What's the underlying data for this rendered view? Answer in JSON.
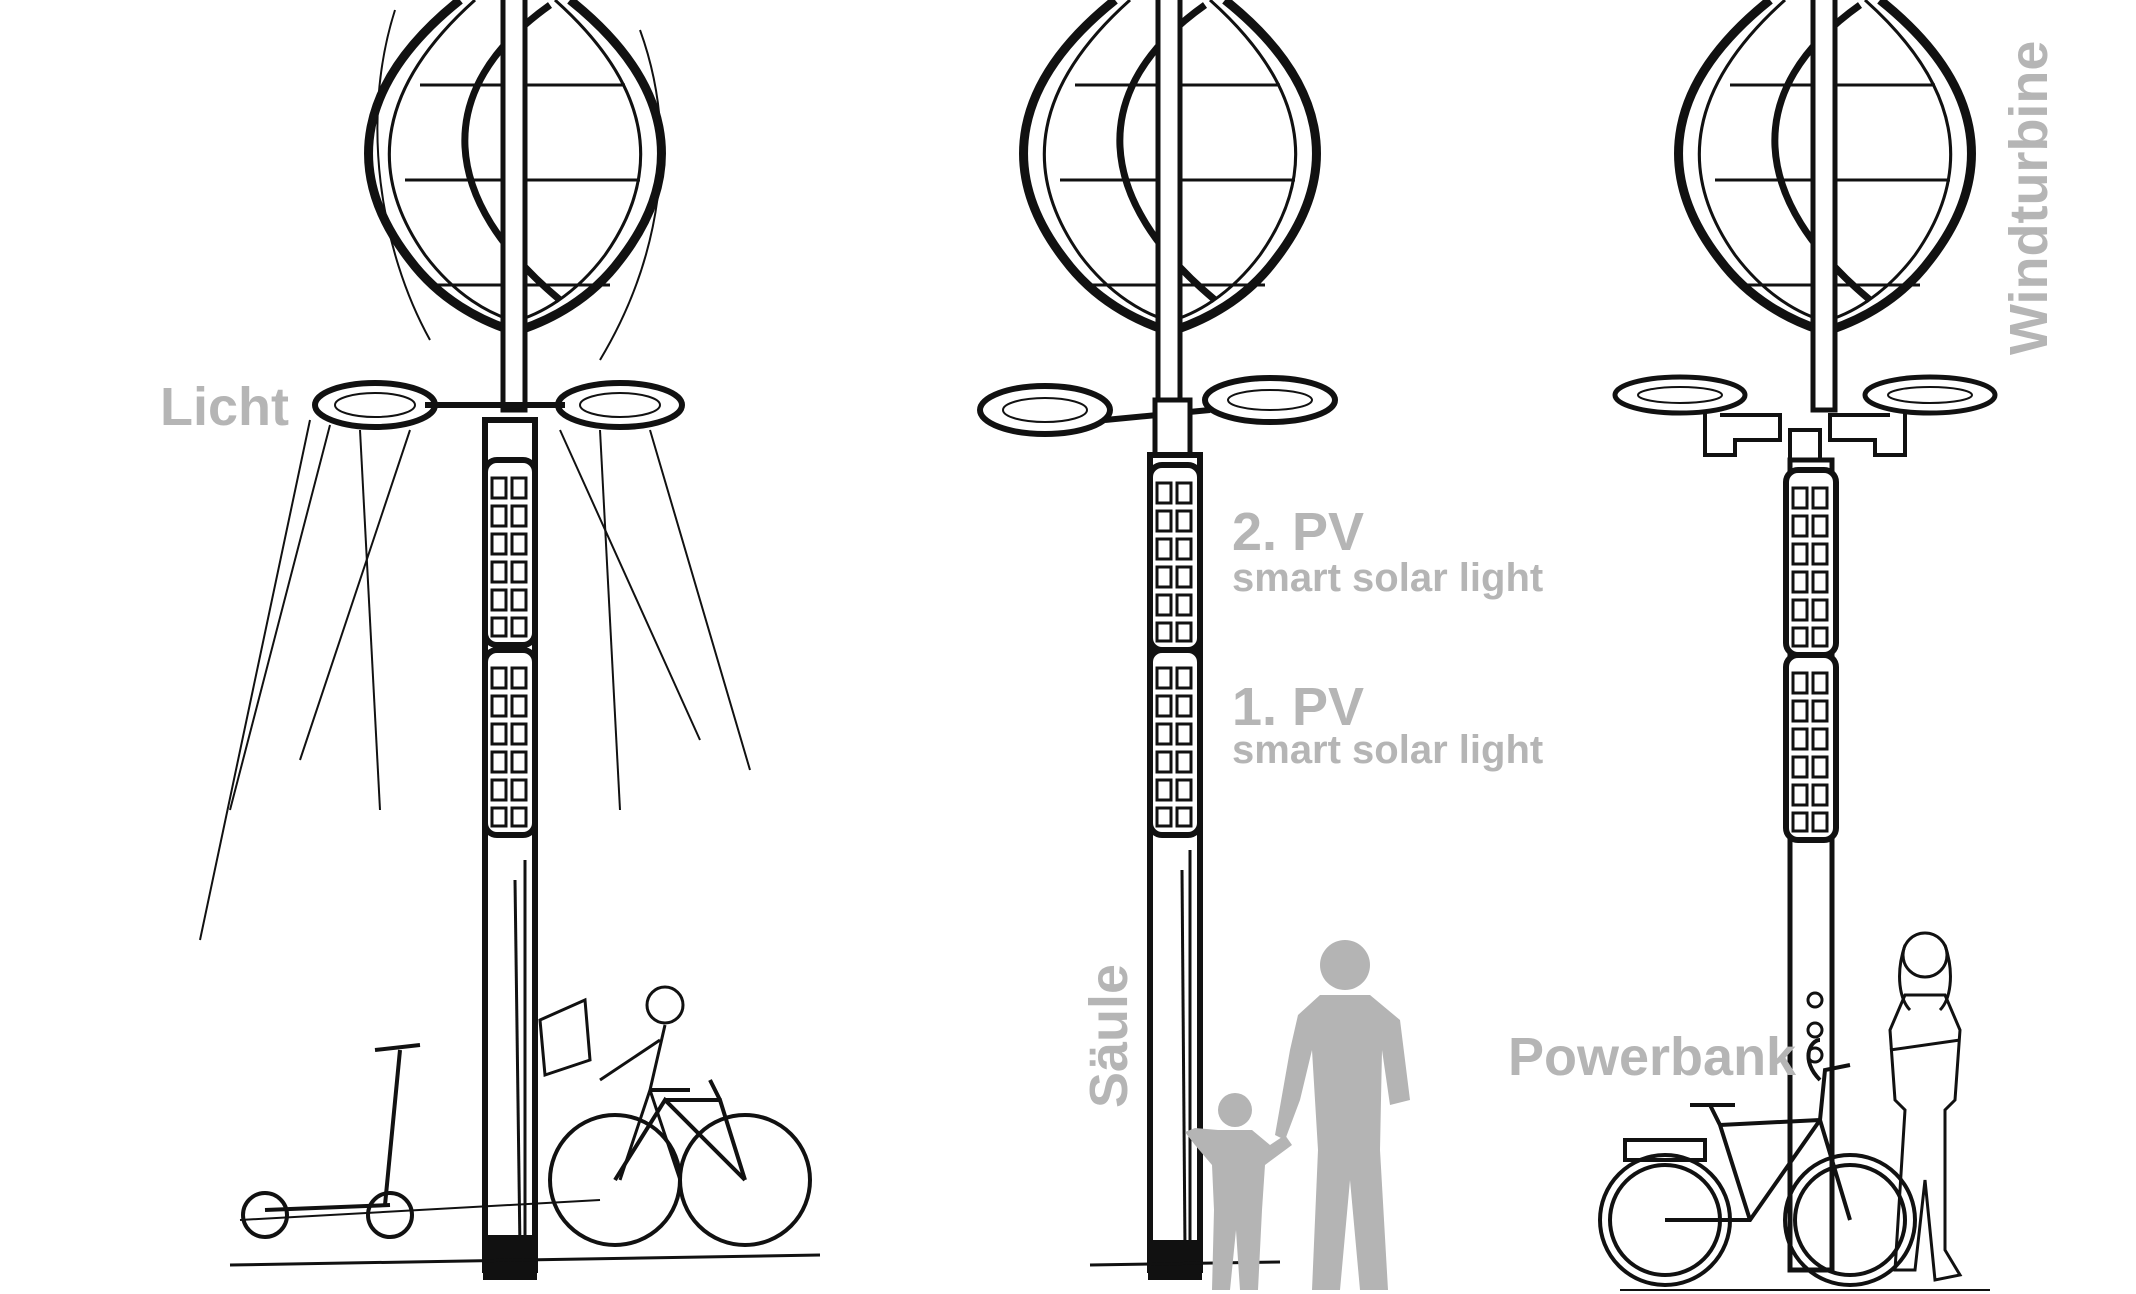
{
  "labels": {
    "licht": "Licht",
    "pv2_title": "2. PV",
    "pv2_sub": "smart solar light",
    "pv1_title": "1. PV",
    "pv1_sub": "smart solar light",
    "saeule": "Säule",
    "powerbank": "Powerbank",
    "windturbine": "Windturbine"
  },
  "colors": {
    "ink": "#111111",
    "label_gray": "#b5b5b5",
    "figure_gray": "#b4b4b4",
    "background": "#ffffff"
  }
}
